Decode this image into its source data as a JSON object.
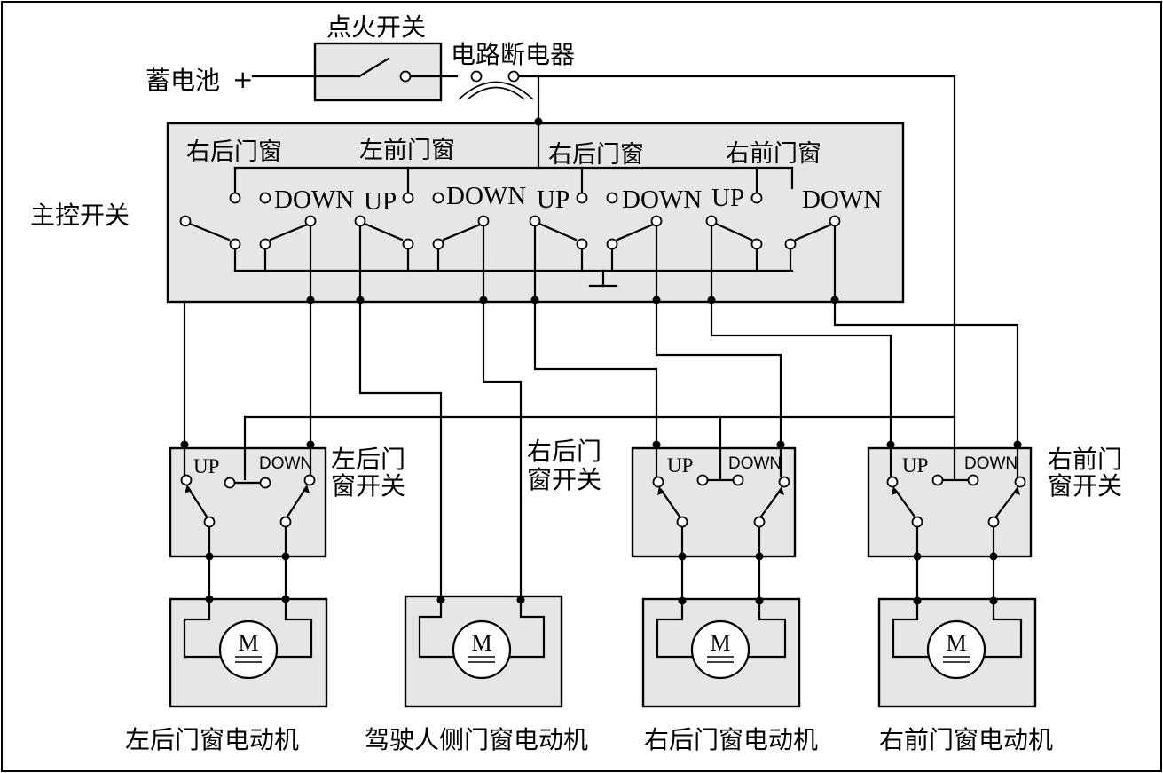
{
  "labels": {
    "ignition_switch": "点火开关",
    "battery": "蓄电池",
    "plus": "+",
    "breaker": "电路断电器",
    "master_switch": "主控开关",
    "master_rear_right_1": "右后门窗",
    "master_front_left": "左前门窗",
    "master_rear_right_2": "右后门窗",
    "master_front_right": "右前门窗",
    "up": "UP",
    "down": "DOWN",
    "lr_switch_line1": "左后门",
    "lr_switch_line2": "窗开关",
    "rr_switch_line1": "右后门",
    "rr_switch_line2": "窗开关",
    "rf_switch_line1": "右前门",
    "rf_switch_line2": "窗开关",
    "motor_symbol": "M",
    "motor_lr": "左后门窗电动机",
    "motor_driver": "驾驶人侧门窗电动机",
    "motor_rr": "右后门窗电动机",
    "motor_rf": "右前门窗电动机"
  }
}
